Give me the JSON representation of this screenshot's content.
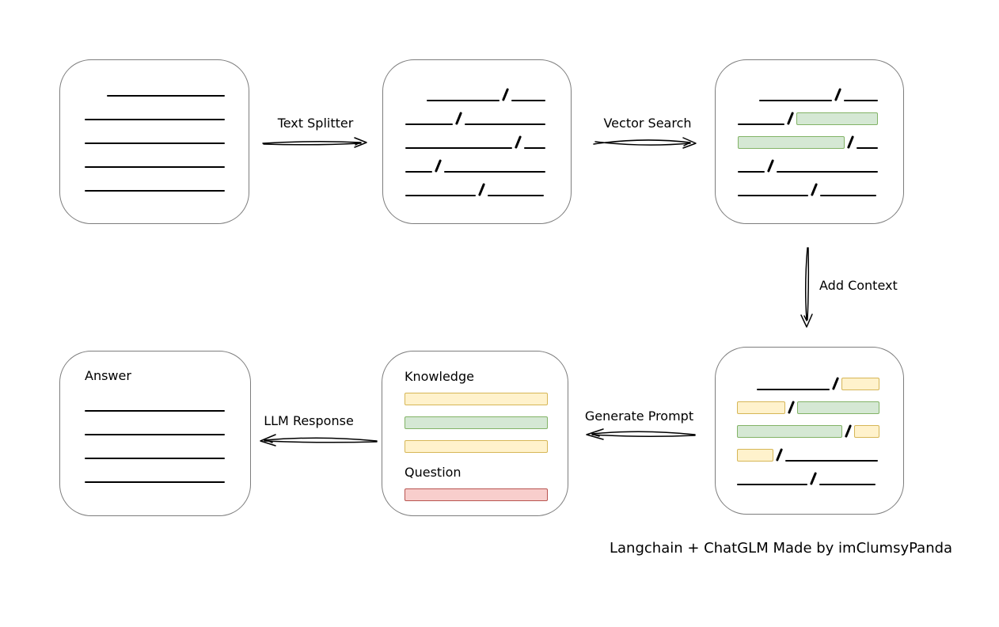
{
  "caption": "Langchain + ChatGLM Made by imClumsyPanda",
  "colors": {
    "green_fill": "#d5e8d4",
    "green_stroke": "#82b366",
    "yellow_fill": "#fff2cc",
    "yellow_stroke": "#d6b656",
    "red_fill": "#f8cecc",
    "red_stroke": "#b85450",
    "line": "#000000",
    "box_border": "#7d7d7d"
  },
  "arrows": {
    "text_splitter": "Text Splitter",
    "vector_search": "Vector Search",
    "add_context": "Add Context",
    "generate_prompt": "Generate Prompt",
    "llm_response": "LLM Response"
  },
  "nodes": {
    "document": {
      "rows": [
        {
          "align": "end",
          "segs": [
            {
              "t": "line",
              "w": 149
            }
          ]
        },
        {
          "segs": [
            {
              "t": "line",
              "w": 179
            }
          ]
        },
        {
          "segs": [
            {
              "t": "line",
              "w": 179
            }
          ]
        },
        {
          "segs": [
            {
              "t": "line",
              "w": 179
            }
          ]
        },
        {
          "segs": [
            {
              "t": "line",
              "w": 179
            }
          ]
        }
      ]
    },
    "split_text": {
      "rows": [
        {
          "align": "end",
          "segs": [
            {
              "t": "line",
              "w": 92
            },
            {
              "t": "slash"
            },
            {
              "t": "line",
              "w": 43
            }
          ]
        },
        {
          "segs": [
            {
              "t": "line",
              "w": 62
            },
            {
              "t": "slash"
            },
            {
              "t": "line",
              "w": 105
            }
          ]
        },
        {
          "segs": [
            {
              "t": "line",
              "w": 139
            },
            {
              "t": "slash"
            },
            {
              "t": "line",
              "w": 28
            }
          ]
        },
        {
          "segs": [
            {
              "t": "line",
              "w": 34
            },
            {
              "t": "slash"
            },
            {
              "t": "line",
              "w": 128
            }
          ]
        },
        {
          "segs": [
            {
              "t": "line",
              "w": 89
            },
            {
              "t": "slash"
            },
            {
              "t": "line",
              "w": 71
            }
          ]
        }
      ]
    },
    "vector_matches": {
      "rows": [
        {
          "align": "end",
          "segs": [
            {
              "t": "line",
              "w": 92
            },
            {
              "t": "slash"
            },
            {
              "t": "line",
              "w": 43
            }
          ]
        },
        {
          "segs": [
            {
              "t": "line",
              "w": 62
            },
            {
              "t": "slash"
            },
            {
              "t": "bar",
              "color": "green",
              "w": 107
            }
          ]
        },
        {
          "segs": [
            {
              "t": "bar",
              "color": "green",
              "w": 138
            },
            {
              "t": "slash"
            },
            {
              "t": "line",
              "w": 28
            }
          ]
        },
        {
          "segs": [
            {
              "t": "line",
              "w": 34
            },
            {
              "t": "slash"
            },
            {
              "t": "line",
              "w": 128
            }
          ]
        },
        {
          "segs": [
            {
              "t": "line",
              "w": 89
            },
            {
              "t": "slash"
            },
            {
              "t": "line",
              "w": 71
            }
          ]
        }
      ]
    },
    "context_chunks": {
      "rows": [
        {
          "align": "end",
          "segs": [
            {
              "t": "line",
              "w": 92
            },
            {
              "t": "slash"
            },
            {
              "t": "bar",
              "color": "yellow",
              "w": 48
            }
          ]
        },
        {
          "segs": [
            {
              "t": "bar",
              "color": "yellow",
              "w": 62
            },
            {
              "t": "slash"
            },
            {
              "t": "bar",
              "color": "green",
              "w": 107
            }
          ]
        },
        {
          "segs": [
            {
              "t": "bar",
              "color": "green",
              "w": 138
            },
            {
              "t": "slash"
            },
            {
              "t": "bar",
              "color": "yellow",
              "w": 33
            }
          ]
        },
        {
          "segs": [
            {
              "t": "bar",
              "color": "yellow",
              "w": 46
            },
            {
              "t": "slash"
            },
            {
              "t": "line",
              "w": 117
            }
          ]
        },
        {
          "segs": [
            {
              "t": "line",
              "w": 89
            },
            {
              "t": "slash"
            },
            {
              "t": "line",
              "w": 71
            }
          ]
        }
      ]
    },
    "prompt": {
      "knowledge_label": "Knowledge",
      "question_label": "Question",
      "knowledge_rows": [
        {
          "segs": [
            {
              "t": "bar",
              "color": "yellow",
              "w": 183
            }
          ]
        },
        {
          "segs": [
            {
              "t": "bar",
              "color": "green",
              "w": 181
            }
          ]
        },
        {
          "segs": [
            {
              "t": "bar",
              "color": "yellow",
              "w": 181
            }
          ]
        }
      ],
      "question_rows": [
        {
          "segs": [
            {
              "t": "bar",
              "color": "red",
              "w": 182
            }
          ]
        }
      ]
    },
    "answer": {
      "label": "Answer",
      "rows": [
        {
          "segs": [
            {
              "t": "line",
              "w": 179
            }
          ]
        },
        {
          "segs": [
            {
              "t": "line",
              "w": 179
            }
          ]
        },
        {
          "segs": [
            {
              "t": "line",
              "w": 179
            }
          ]
        },
        {
          "segs": [
            {
              "t": "line",
              "w": 179
            }
          ]
        }
      ]
    }
  }
}
